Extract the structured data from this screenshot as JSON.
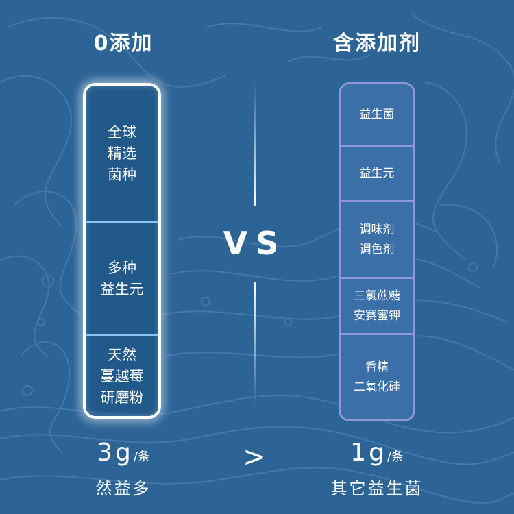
{
  "left": {
    "title": "0添加",
    "segments": [
      "全球\n精选\n菌种",
      "多种\n益生元",
      "天然\n蔓越莓\n研磨粉"
    ],
    "amount": "3g",
    "unit": "/条",
    "note": "然益多"
  },
  "right": {
    "title": "含添加剂",
    "segments": [
      "益生菌",
      "益生元",
      "调味剂\n调色剂",
      "三氯蔗糖\n安赛蜜钾",
      "香精\n二氧化硅"
    ],
    "amount": "1g",
    "unit": "/条",
    "note": "其它益生菌"
  },
  "vs": "VS",
  "compare": ">",
  "colors": {
    "background": "#2c6496",
    "left_tube_border": "#ffffff",
    "left_divider": "#8cc4f0",
    "right_tube_border": "#8f95d8",
    "right_tube_fill": "#3a6fa8"
  }
}
